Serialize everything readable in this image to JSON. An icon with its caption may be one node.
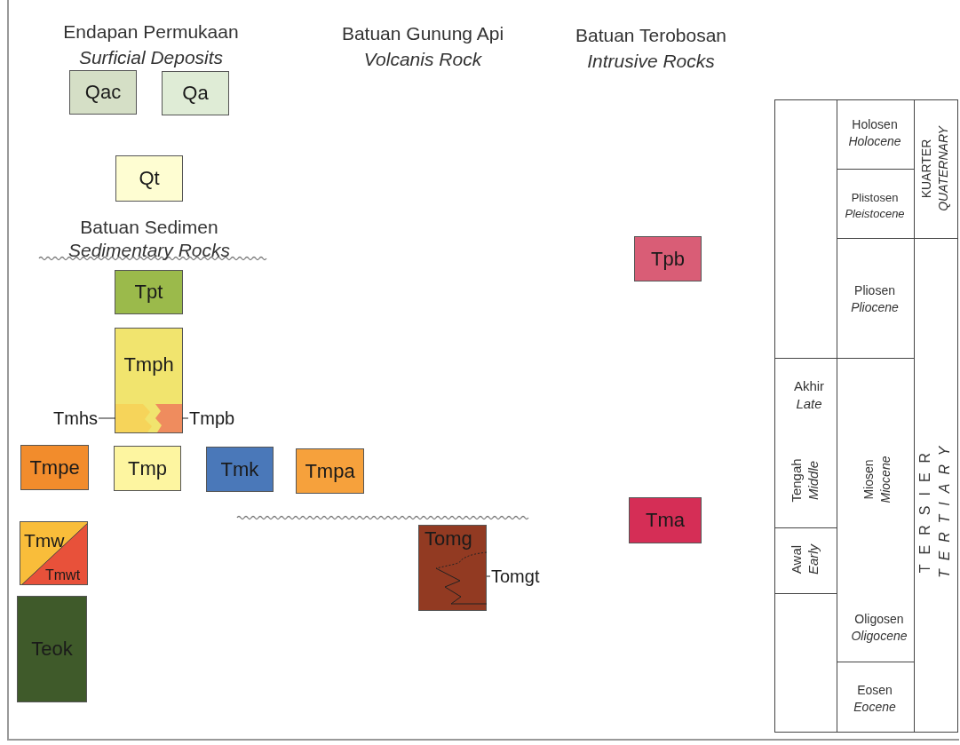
{
  "diagram": {
    "nodes": [
      {
        "text": [
          "Qac"
        ]
      },
      {
        "text": [
          "Qa"
        ]
      },
      {
        "text": [
          "Qt"
        ]
      },
      {
        "text": [
          "Tpt"
        ]
      },
      {
        "text": [
          "Tmph"
        ]
      },
      {
        "text": [],
        "shape": "box",
        "in": 4
      },
      {
        "text": [],
        "shape": "box",
        "in": 4
      },
      {
        "text": [
          "Tmhs"
        ]
      },
      {
        "text": [
          "Tmpb"
        ]
      },
      {
        "text": [
          "Tmpe"
        ]
      },
      {
        "text": [
          "Tmp"
        ]
      },
      {
        "text": [
          "Tmk"
        ]
      },
      {
        "text": [
          "Tmpa"
        ]
      },
      {
        "text": [
          "Tmw",
          "Tmwt"
        ]
      },
      {
        "text": [
          "Teok"
        ]
      },
      {
        "text": [
          "Tomg"
        ]
      },
      {
        "text": [
          "Tomgt"
        ]
      },
      {
        "text": [
          "Tpb"
        ]
      },
      {
        "text": [
          "Tma"
        ]
      }
    ],
    "edges": [
      {
        "from": 7,
        "to": 5,
        "arrow": "none"
      },
      {
        "from": 8,
        "to": 6,
        "arrow": "none"
      },
      {
        "from": 16,
        "to": 15,
        "arrow": "none"
      }
    ],
    "labels": [
      "Endapan Permukaan",
      "Surficial Deposits",
      "Batuan Gunung Api",
      "Volcanis Rock",
      "Batuan Terobosan",
      "Intrusive Rocks",
      "Batuan Sedimen",
      "Sedimentary Rocks",
      "Holosen",
      "Holocene",
      "KUARTER",
      "QUATERNARY",
      "Plistosen",
      "Pleistocene",
      "Pliosen",
      "Pliocene",
      "Akhir",
      "Late",
      "Tengah",
      "Middle",
      "Miosen",
      "Miocene",
      "TERSIER",
      "TERTIARY",
      "Awal",
      "Early",
      "Oligosen",
      "Oligocene",
      "Eosen",
      "Eocene"
    ]
  }
}
